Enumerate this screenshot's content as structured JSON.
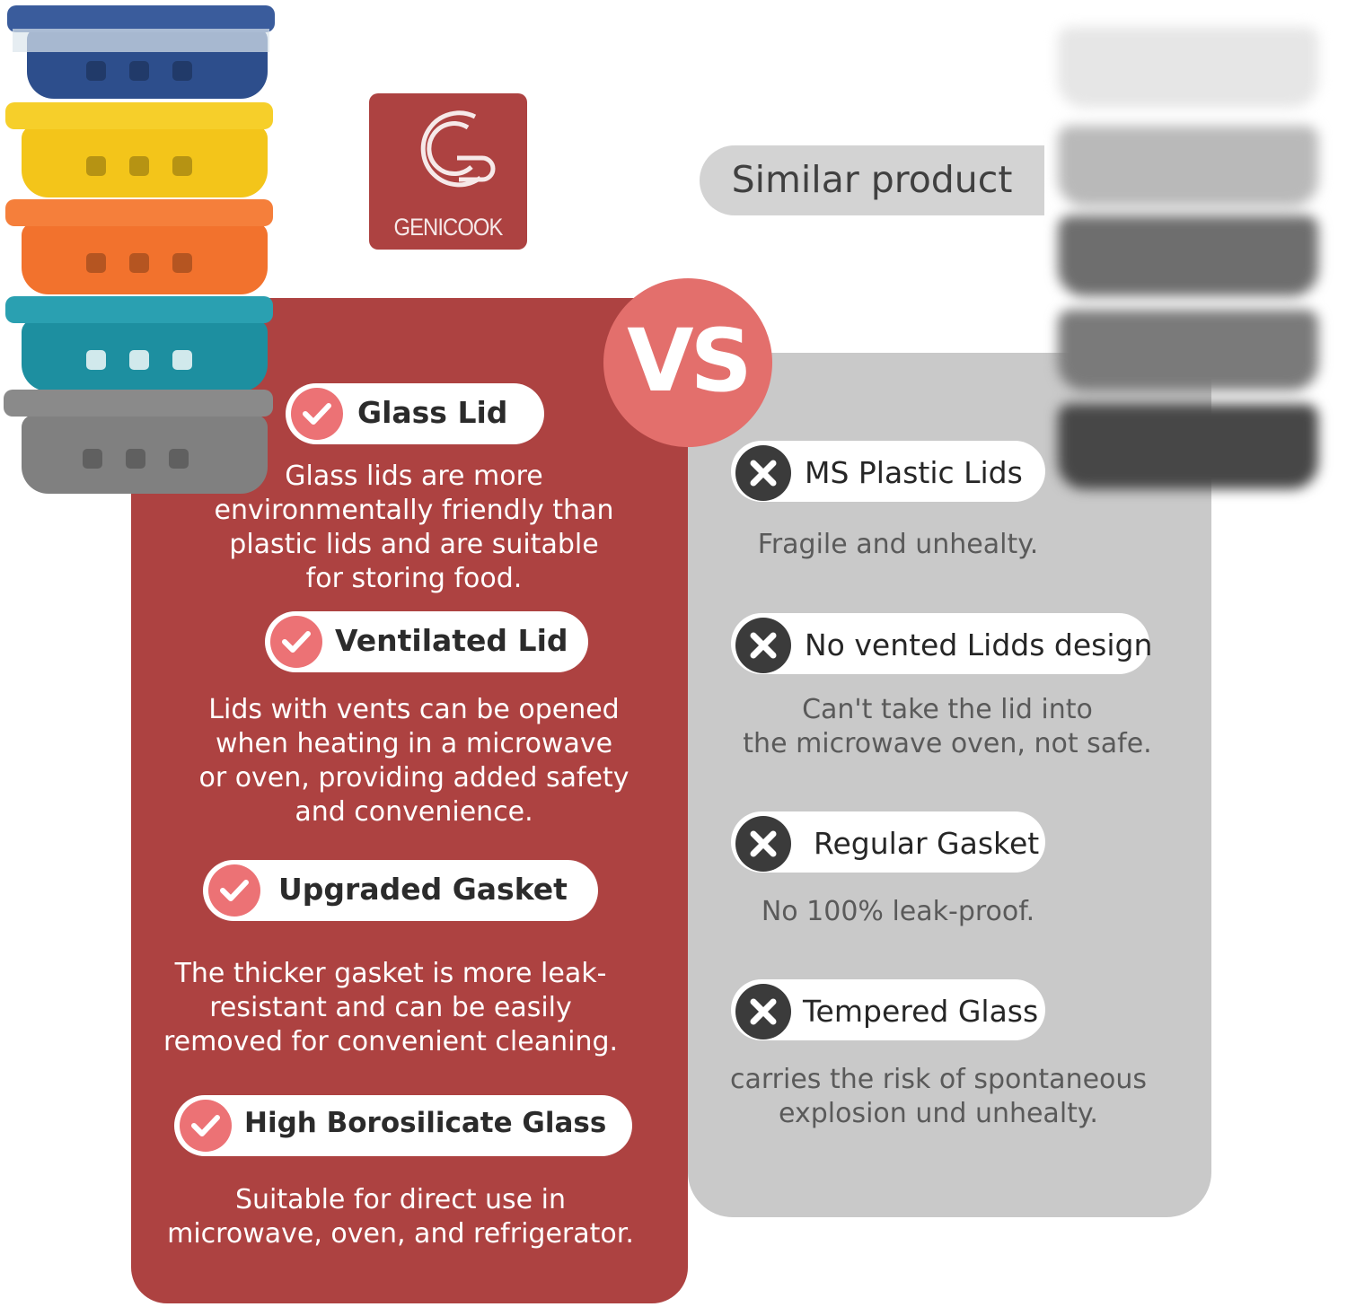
{
  "brand": {
    "logo_text": "GENICOOK",
    "color": "#ad4241"
  },
  "vs_label": "VS",
  "similar_label": "Similar product",
  "colors": {
    "red_panel": "#ad4241",
    "gray_panel": "#c9c9c9",
    "check": "#ec7275",
    "cross": "#3b3b3b",
    "vs": "#e36f6c"
  },
  "container_colors": [
    "#2d4e8c",
    "#f3c51a",
    "#f2722d",
    "#1d8fa0",
    "#808080"
  ],
  "good": [
    {
      "title": "Glass Lid",
      "desc": "Glass lids are more\nenvironmentally friendly than\nplastic lids and are suitable\nfor storing food.",
      "icon": "check-icon"
    },
    {
      "title": "Ventilated Lid",
      "desc": "Lids with vents can be opened\nwhen heating in a microwave\nor oven, providing added safety\nand convenience.",
      "icon": "check-icon"
    },
    {
      "title": "Upgraded Gasket",
      "desc": "The thicker gasket is more leak-\nresistant and can be easily\nremoved for convenient cleaning.",
      "icon": "check-icon"
    },
    {
      "title": "High Borosilicate Glass",
      "desc": "Suitable for direct use in\nmicrowave, oven, and refrigerator.",
      "icon": "check-icon"
    }
  ],
  "bad": [
    {
      "title": "MS Plastic Lids",
      "desc": "Fragile and unhealty.",
      "icon": "cross-icon"
    },
    {
      "title": "No vented Lidds design",
      "desc": "Can't  take the lid into\nthe microwave oven, not safe.",
      "icon": "cross-icon"
    },
    {
      "title": "Regular Gasket",
      "desc": "No 100% leak-proof.",
      "icon": "cross-icon"
    },
    {
      "title": "Tempered Glass",
      "desc": "carries the risk of spontaneous\nexplosion und unhealty.",
      "icon": "cross-icon"
    }
  ]
}
